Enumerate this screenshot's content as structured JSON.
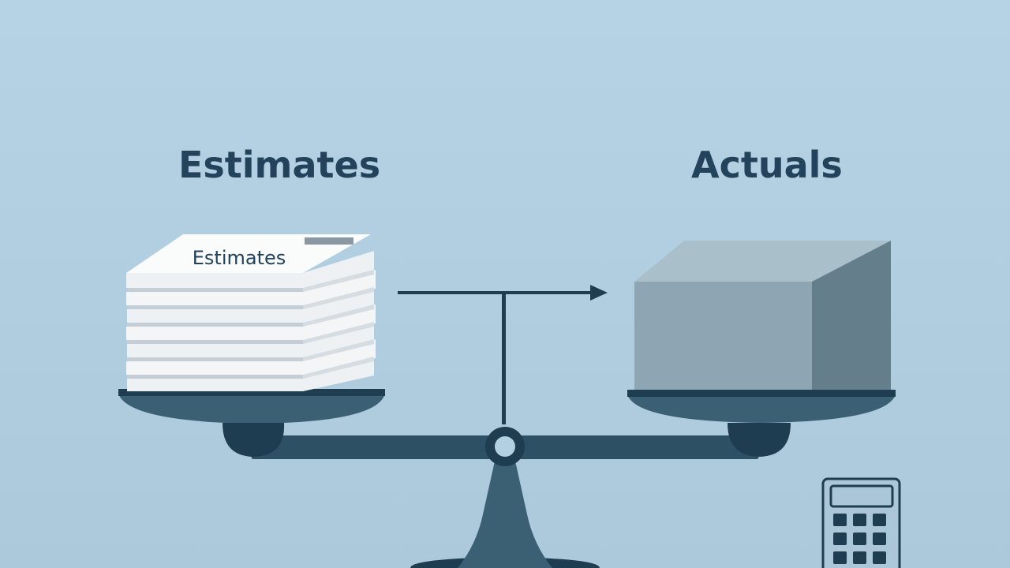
{
  "labels": {
    "left_heading": "Estimates",
    "right_heading": "Actuals",
    "paper_stack_label": "Estimates"
  },
  "icons": [
    "paper-stack-icon",
    "arrow-right-icon",
    "box-icon",
    "balance-scale-icon",
    "calculator-icon"
  ],
  "colors": {
    "background": "#b3d0e3",
    "heading": "#22435b",
    "scale": "#3b6073",
    "scale_dark": "#1e3d50",
    "box_front": "#8ea6b3",
    "box_side": "#647e8c",
    "box_top": "#a9bfca",
    "paper": "#f4f6f7"
  }
}
